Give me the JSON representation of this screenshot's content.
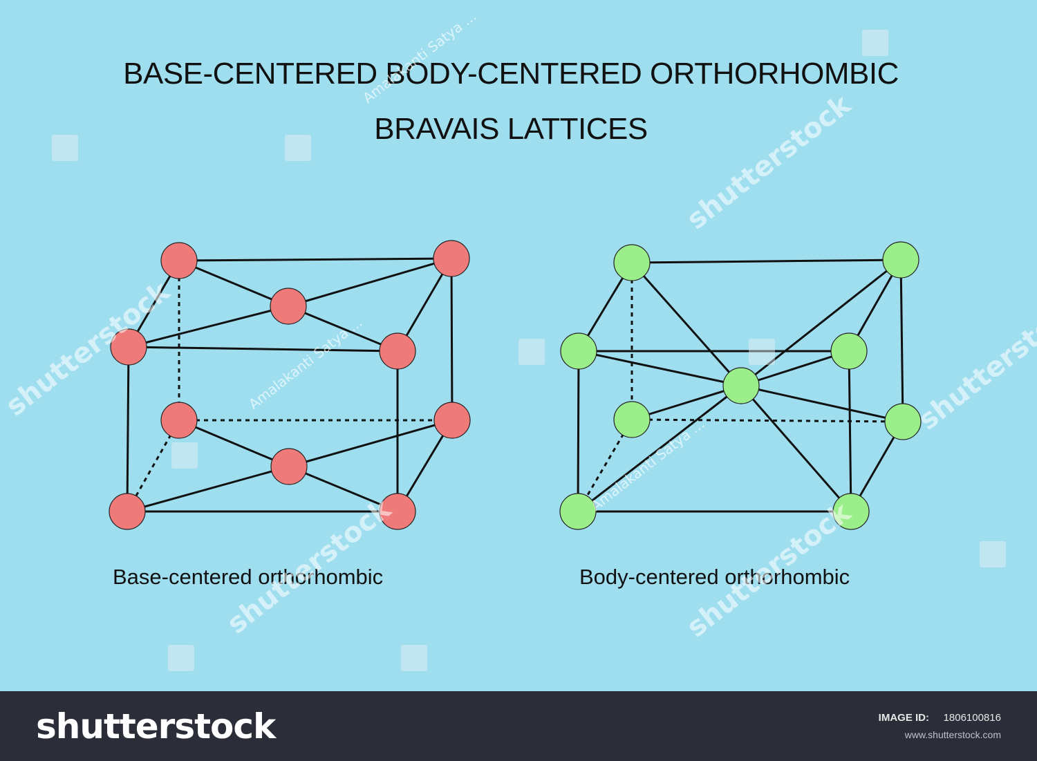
{
  "title": {
    "line1": "BASE-CENTERED  BODY-CENTERED ORTHORHOMBIC",
    "line2": "BRAVAIS  LATTICES"
  },
  "lattices": [
    {
      "caption": "Base-centered orthorhombic",
      "atom_color": "#ef7a7a"
    },
    {
      "caption": "Body-centered orthorhombic",
      "atom_color": "#9bef8a"
    }
  ],
  "watermarks": {
    "brand": "shutterstock",
    "author": "Amalakanti Satya ..."
  },
  "footer": {
    "logo": "shutterstock",
    "image_id_label": "IMAGE ID:",
    "image_id": "1806100816",
    "url": "www.shutterstock.com"
  },
  "colors": {
    "background": "#9fdeef",
    "footer_bg": "#2b2e38",
    "base_centered_atoms": "#ef7a7a",
    "body_centered_atoms": "#9bef8a"
  }
}
